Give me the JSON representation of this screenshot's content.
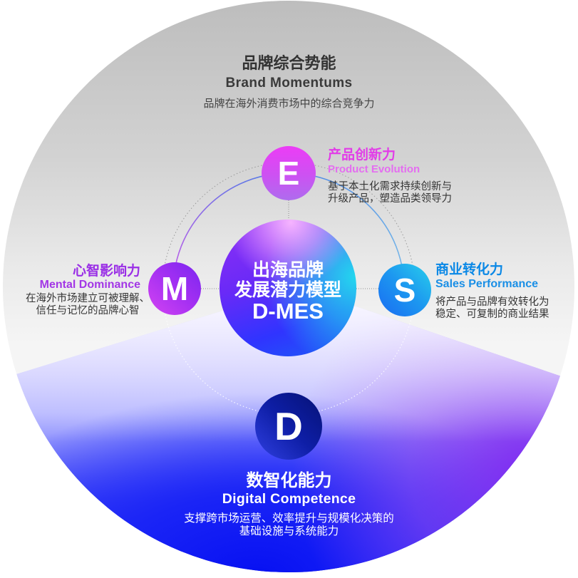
{
  "header": {
    "title_cn": "品牌综合势能",
    "title_en": "Brand Momentums",
    "desc": "品牌在海外消费市场中的综合竞争力"
  },
  "core": {
    "line1": "出海品牌",
    "line2": "发展潜力模型",
    "line3": "D-MES"
  },
  "nodes": {
    "e": {
      "letter": "E",
      "title_cn": "产品创新力",
      "title_en": "Product Evolution",
      "desc": [
        "基于本土化需求持续创新与",
        "升级产品，塑造品类领导力"
      ],
      "color": "#e23ce8"
    },
    "m": {
      "letter": "M",
      "title_cn": "心智影响力",
      "title_en": "Mental Dominance",
      "desc": [
        "在海外市场建立可被理解、",
        "信任与记忆的品牌心智"
      ],
      "color": "#9a2fe6"
    },
    "s": {
      "letter": "S",
      "title_cn": "商业转化力",
      "title_en": "Sales Performance",
      "desc": [
        "将产品与品牌有效转化为",
        "稳定、可复制的商业结果"
      ],
      "color": "#0a88e6"
    },
    "d": {
      "letter": "D",
      "title_cn": "数智化能力",
      "title_en": "Digital Competence",
      "desc": [
        "支撑跨市场运营、效率提升与规模化决策的",
        "基础设施与系统能力"
      ],
      "color": "#0e1ea6"
    }
  },
  "colors": {
    "top_zone_gray": "#c0c0c0",
    "bottom_zone_blue": "#1414f0",
    "bottom_zone_purple": "#8028f0",
    "core_purple": "#6a2af7",
    "core_cyan": "#22d8ee",
    "core_pink": "#f6b4ff"
  }
}
